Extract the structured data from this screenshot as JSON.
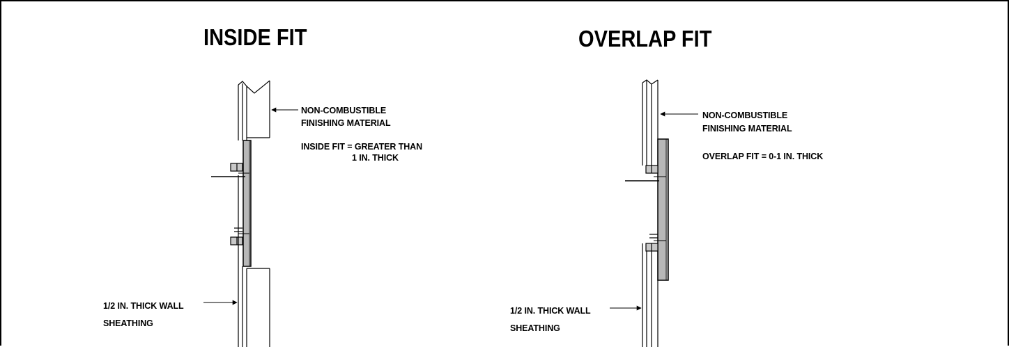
{
  "inside": {
    "title": "INSIDE FIT",
    "finish_label": [
      "NON-COMBUSTIBLE",
      "FINISHING MATERIAL"
    ],
    "fit_note": [
      "INSIDE FIT = GREATER THAN",
      "1 IN. THICK"
    ],
    "sheathing_label": [
      "1/2 IN. THICK WALL",
      "SHEATHING"
    ]
  },
  "overlap": {
    "title": "OVERLAP FIT",
    "finish_label": [
      "NON-COMBUSTIBLE",
      "FINISHING MATERIAL"
    ],
    "fit_note": [
      "OVERLAP FIT = 0-1 IN. THICK"
    ],
    "sheathing_label": [
      "1/2 IN. THICK WALL",
      "SHEATHING"
    ]
  },
  "colors": {
    "line": "#000000",
    "panel": "#b8b8b8",
    "fastener": "#c8c8c8"
  }
}
